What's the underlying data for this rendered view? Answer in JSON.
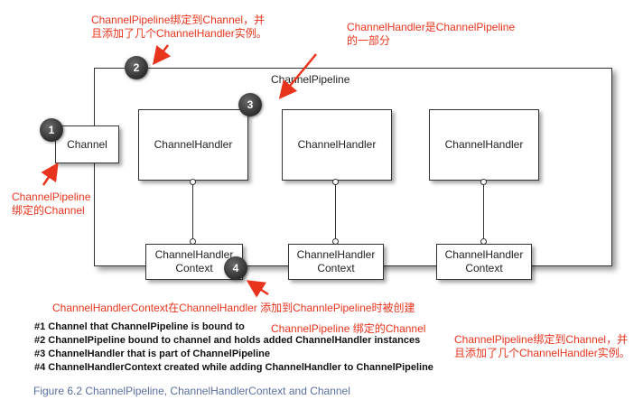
{
  "diagram": {
    "pipeline_label": "ChannelPipeline",
    "channel_label": "Channel",
    "handlers": [
      "ChannelHandler",
      "ChannelHandler",
      "ChannelHandler"
    ],
    "contexts": [
      "ChannelHandler\nContext",
      "ChannelHandler\nContext",
      "ChannelHandler\nContext"
    ],
    "badges": [
      "1",
      "2",
      "3",
      "4"
    ]
  },
  "annotations": {
    "note_top_left": "ChannelPipeline绑定到Channel，并\n且添加了几个ChannelHandler实例。",
    "note_top_right": "ChannelHandler是ChannelPipeline\n的一部分",
    "note_left": "ChannelPipeline\n绑定的Channel",
    "note_context": "ChannelHandlerContext在ChannelHandler 添加到ChannlePipeline时被创建",
    "note_legend_1": "ChannelPipeline 绑定的Channel",
    "note_legend_2": "ChannelPipeline绑定到Channel，并\n且添加了几个ChannelHandler实例。"
  },
  "legend": [
    "#1 Channel that ChannelPipeline is bound to",
    "#2 ChannelPipeline bound to channel and holds added ChannelHandler instances",
    "#3 ChannelHandler that is part of ChannelPipeline",
    "#4 ChannelHandlerContext created while adding ChannelHandler to ChannelPipeline"
  ],
  "caption": "Figure 6.2 ChannelPipeline, ChannelHandlerContext and Channel",
  "colors": {
    "annotation": "#e8341c",
    "caption": "#5a6fa0",
    "badge": "#3a3a3a"
  }
}
